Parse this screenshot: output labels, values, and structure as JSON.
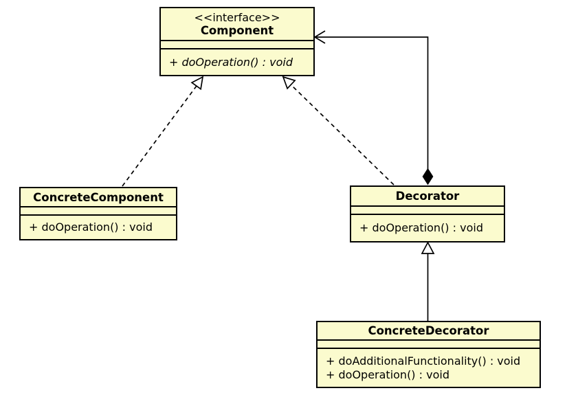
{
  "colors": {
    "class_fill": "#fbfbce",
    "border": "#000000",
    "line": "#000000",
    "background": "#ffffff"
  },
  "classes": {
    "component": {
      "stereotype": "<<interface>>",
      "name": "Component",
      "methods": [
        "+ doOperation() : void"
      ]
    },
    "concreteComponent": {
      "name": "ConcreteComponent",
      "methods": [
        "+ doOperation() : void"
      ]
    },
    "decorator": {
      "name": "Decorator",
      "methods": [
        "+ doOperation() : void"
      ]
    },
    "concreteDecorator": {
      "name": "ConcreteDecorator",
      "methods": [
        "+ doAdditionalFunctionality() : void",
        "+ doOperation() : void"
      ]
    }
  },
  "relationships": [
    {
      "type": "realization",
      "from": "ConcreteComponent",
      "to": "Component",
      "line": "dashed",
      "arrowhead": "hollow-triangle"
    },
    {
      "type": "realization",
      "from": "Decorator",
      "to": "Component",
      "line": "dashed",
      "arrowhead": "hollow-triangle"
    },
    {
      "type": "composition",
      "from": "Decorator",
      "to": "Component",
      "line": "solid",
      "source_decoration": "filled-diamond",
      "arrowhead": "open-arrow"
    },
    {
      "type": "generalization",
      "from": "ConcreteDecorator",
      "to": "Decorator",
      "line": "solid",
      "arrowhead": "hollow-triangle"
    }
  ]
}
